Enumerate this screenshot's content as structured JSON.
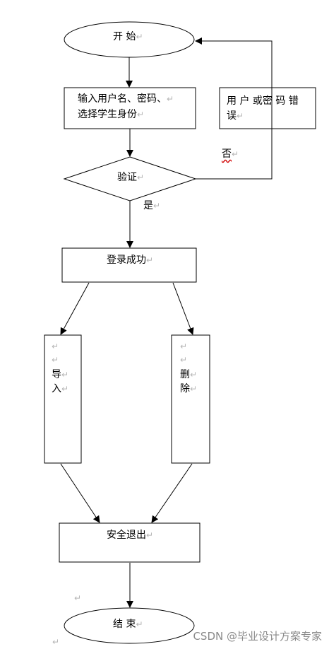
{
  "flowchart": {
    "start": "开 始",
    "input": {
      "line1": "输入用户名、密码、",
      "line2": "选择学生身份"
    },
    "error": {
      "line1": "用 户 或密 码 错",
      "line2": "误"
    },
    "no_label": "否",
    "verify": "验证",
    "yes_label": "是",
    "login_success": "登录成功",
    "import": {
      "line1": "导",
      "line2": "入"
    },
    "delete": {
      "line1": "删",
      "line2": "除"
    },
    "logout": "安全退出",
    "end": "结 束",
    "return_mark": "↵"
  },
  "watermark": "CSDN @毕业设计方案专家"
}
